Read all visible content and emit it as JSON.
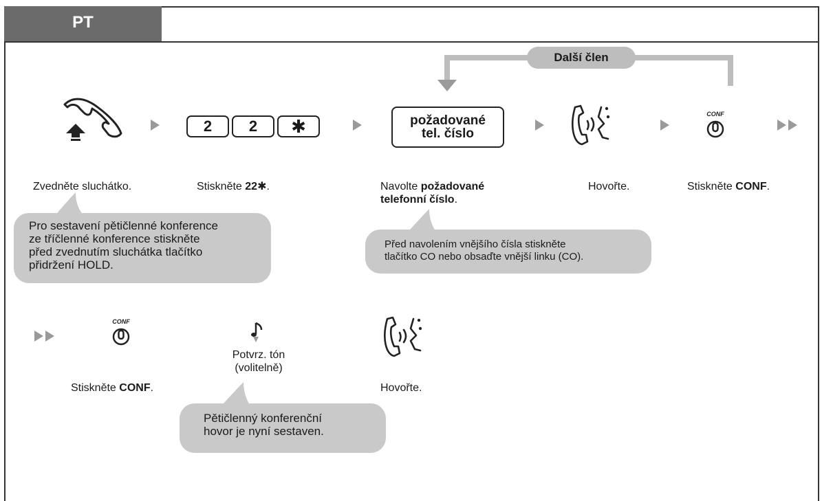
{
  "tab": {
    "label": "PT"
  },
  "next_member": {
    "label": "Další člen"
  },
  "row1": {
    "keys": [
      "2",
      "2",
      "✱"
    ],
    "number_box": {
      "line1": "požadované",
      "line2": "tel. číslo"
    },
    "conf_icon_text": "CONF",
    "labels": {
      "lift": "Zvedněte sluchátko.",
      "press_prefix": "Stiskněte ",
      "press_code": "22✱",
      "press_suffix": ".",
      "dial_prefix": "Navolte ",
      "dial_bold1": "požadované",
      "dial_bold2": "telefonní číslo",
      "dial_suffix": ".",
      "talk": "Hovořte.",
      "conf_prefix": "Stiskněte ",
      "conf_bold": "CONF",
      "conf_suffix": "."
    },
    "bubble_hold": {
      "line1": "Pro sestavení pětičlenné konference",
      "line2": "ze tříčlenné konference stiskněte",
      "line3": "před zvednutím sluchátka tlačítko",
      "line4": "přidržení HOLD."
    },
    "bubble_co": {
      "line1": "Před navolením vnějšího čísla stiskněte",
      "line2": "tlačítko CO nebo obsaďte vnější linku (CO)."
    }
  },
  "row2": {
    "conf_icon_text": "CONF",
    "tone": {
      "line1": "Potvrz. tón",
      "line2": "(volitelně)"
    },
    "labels": {
      "conf_prefix": "Stiskněte ",
      "conf_bold": "CONF",
      "conf_suffix": ".",
      "talk": "Hovořte."
    },
    "bubble_done": {
      "line1": "Pětičlenný konferenční",
      "line2": "hovor je nyní sestaven."
    }
  },
  "colors": {
    "tab_bg": "#6b6b6b",
    "bubble_bg": "#c9c9c9",
    "arrow": "#9a9a9a",
    "flow_line": "#bdbdbd"
  }
}
